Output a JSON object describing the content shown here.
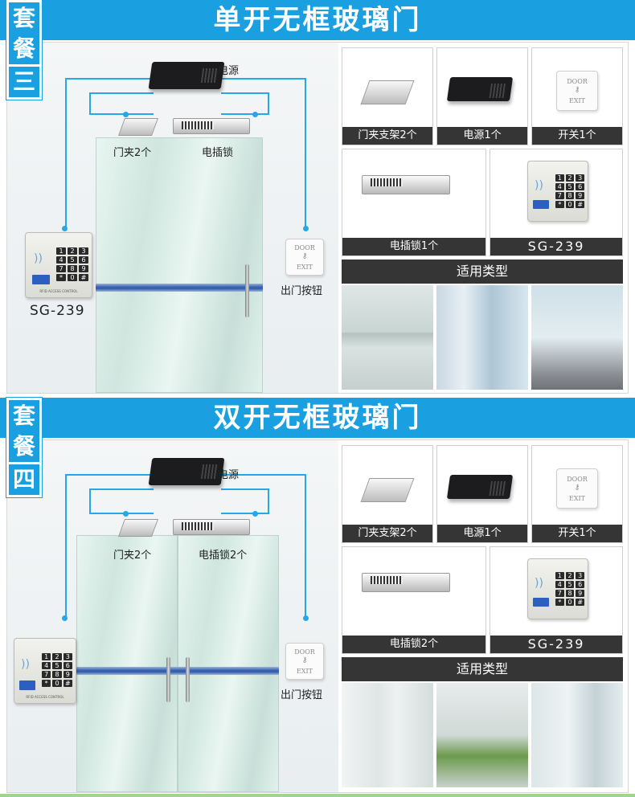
{
  "packages": [
    {
      "tag": [
        "套",
        "餐",
        "三"
      ],
      "title": "单开无框玻璃门",
      "diagram": {
        "power_label": "电源",
        "clamp_label": "门夹2个",
        "lock_label": "电插锁",
        "keypad_model": "SG-239",
        "exit_label": "出门按钮"
      },
      "items": [
        {
          "caption": "门夹支架2个",
          "icon": "door-clamp-bracket"
        },
        {
          "caption": "电源1个",
          "icon": "power-supply"
        },
        {
          "caption": "开关1个",
          "icon": "exit-button"
        },
        {
          "caption": "电插锁1个",
          "icon": "electric-bolt-lock"
        },
        {
          "caption": "SG-239",
          "icon": "keypad-reader"
        }
      ],
      "types_heading": "适用类型"
    },
    {
      "tag": [
        "套",
        "餐",
        "四"
      ],
      "title": "双开无框玻璃门",
      "diagram": {
        "power_label": "电源",
        "clamp_label": "门夹2个",
        "lock_label": "电插锁2个",
        "keypad_model": "",
        "exit_label": "出门按钮"
      },
      "items": [
        {
          "caption": "门夹支架2个",
          "icon": "door-clamp-bracket"
        },
        {
          "caption": "电源1个",
          "icon": "power-supply"
        },
        {
          "caption": "开关1个",
          "icon": "exit-button"
        },
        {
          "caption": "电插锁2个",
          "icon": "electric-bolt-lock"
        },
        {
          "caption": "SG-239",
          "icon": "keypad-reader"
        }
      ],
      "types_heading": "适用类型"
    }
  ],
  "device_text": {
    "exit_door": "DOOR",
    "exit_exit": "EXIT",
    "keypad_brand": "RFID ACCESS CONTROL",
    "keys": [
      "1",
      "2",
      "3",
      "4",
      "5",
      "6",
      "7",
      "8",
      "9",
      "*",
      "0",
      "#"
    ]
  },
  "colors": {
    "accent_blue": "#1aa0e0",
    "caption_bar": "#353535",
    "wire": "#25a7e8"
  }
}
